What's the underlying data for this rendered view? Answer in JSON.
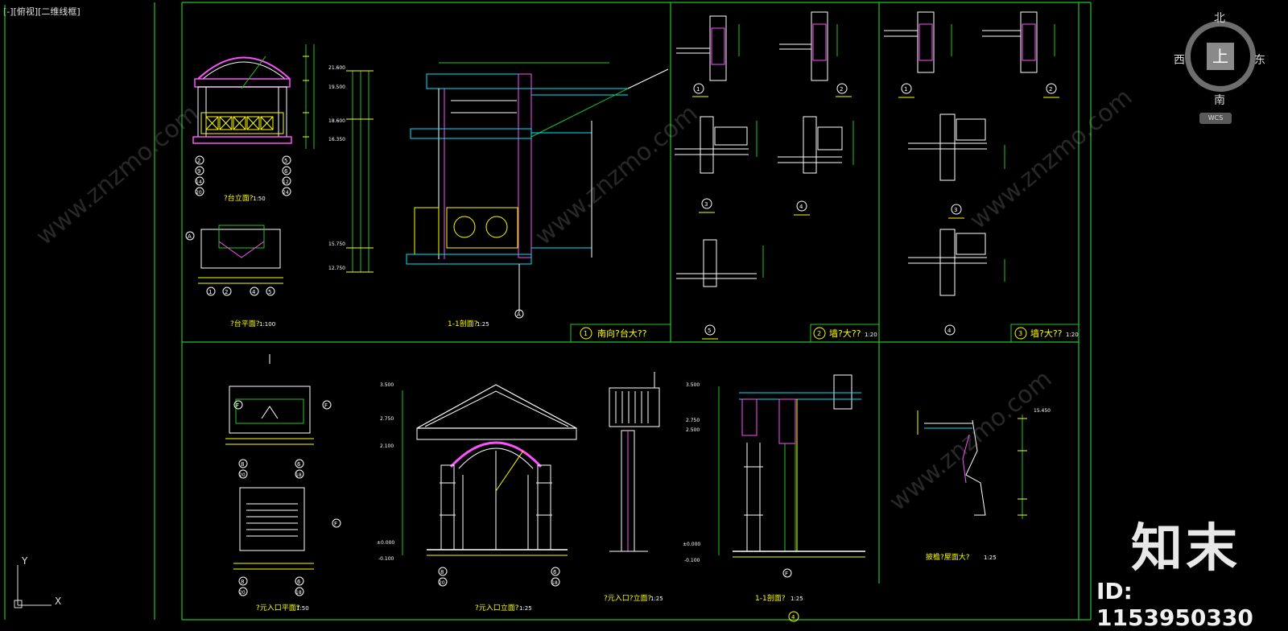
{
  "viewport": {
    "label": "[-][俯视][二维线框]"
  },
  "viewcube": {
    "north": "北",
    "south": "南",
    "east": "东",
    "west": "西",
    "top_face": "上",
    "wcs_label": "WCS"
  },
  "ucs": {
    "x_label": "X",
    "y_label": "Y"
  },
  "watermark": {
    "brand": "知末",
    "id_text": "ID: 1153950330",
    "site": "www.znzmo.com"
  },
  "drawing_titles": {
    "balcony_elev": "?台立面?",
    "balcony_elev_scale": "1:50",
    "balcony_plan": "?台平面?",
    "balcony_plan_scale": "1:100",
    "section_11_top": "1-1剖面?",
    "section_11_top_scale": "1:25",
    "south_balcony": "南向?台大??",
    "wall_detail_2": "墙?大??",
    "wall_detail_2_scale": "1:20",
    "wall_detail_3": "墙?大??",
    "wall_detail_3_scale": "1:20",
    "entry_plan": "?元入口平面?",
    "entry_plan_scale": "1:50",
    "entry_elev": "?元入口立面?",
    "entry_elev_scale": "1:25",
    "entry_side": "?元入口?立面?",
    "entry_side_scale": "1:25",
    "section_11_bottom": "1-1剖面?",
    "section_11_bottom_scale": "1:25",
    "eave_detail": "披檐?屋面大?",
    "eave_detail_scale": "1:25"
  },
  "panel_numbers": {
    "p1": "1",
    "p2": "2",
    "p3": "3",
    "p4": "4"
  },
  "elevations": {
    "e3500": "3.500",
    "e2750": "2.750",
    "e2500": "2.500",
    "e2100": "2.100",
    "e0000": "±0.000",
    "e_0100": "-0.100",
    "e21600": "21.600",
    "e15450": "15.450",
    "e19500": "19.500",
    "e18600": "18.600",
    "e16350": "16.350",
    "e15750": "15.750",
    "e12750": "12.750"
  },
  "callouts": {
    "c1": "1",
    "c2": "2",
    "c3": "3",
    "c4": "4",
    "c5": "5",
    "c6": "6",
    "c8": "8",
    "c9": "9",
    "c12": "12",
    "c14": "14",
    "c18": "18",
    "c20": "20",
    "c24": "24",
    "cA": "A",
    "cF": "F"
  }
}
